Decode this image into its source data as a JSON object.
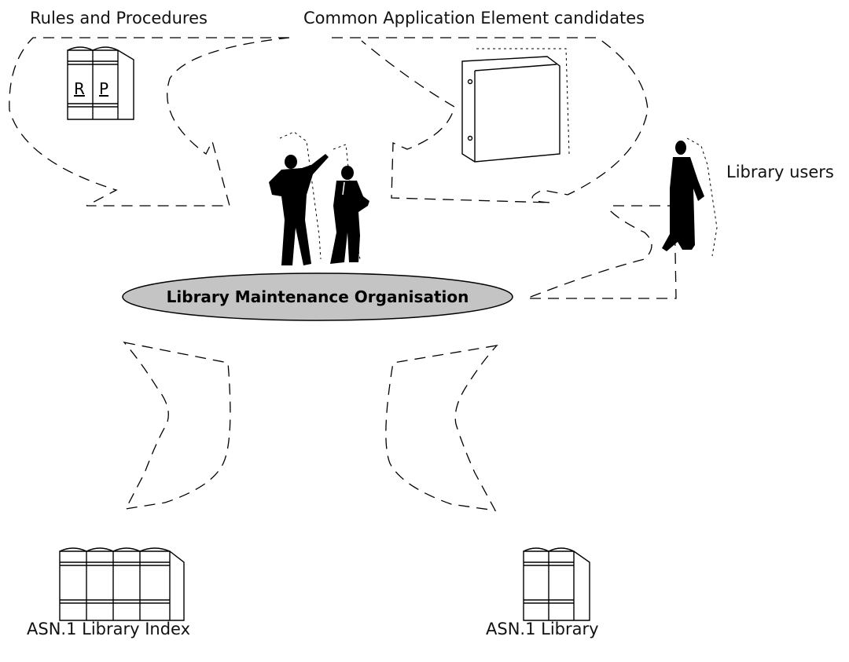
{
  "labels": {
    "rules_procedures": "Rules and Procedures",
    "common_app_elements": "Common Application Element candidates",
    "library_users": "Library users",
    "maintenance_org": "Library Maintenance Organisation",
    "library_index": "ASN.1 Library Index",
    "library": "ASN.1 Library"
  },
  "book_letters": {
    "left": "R",
    "right": "P"
  },
  "icons": [
    "rules-book-icon",
    "binder-icon",
    "people-silhouette-icon",
    "user-silhouette-icon",
    "index-books-icon",
    "library-books-icon"
  ],
  "colors": {
    "ellipse_fill": "#c4c4c4",
    "ink": "#000000",
    "background": "#ffffff"
  }
}
